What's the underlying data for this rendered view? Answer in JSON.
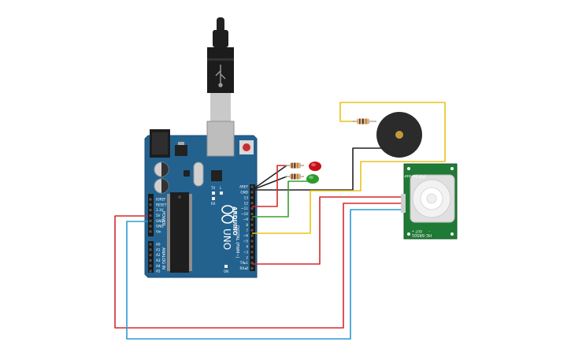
{
  "board": {
    "brand": "ARDUINO",
    "model": "UNO",
    "power_header": "POWER",
    "analog_header": "ANALOG IN",
    "digital_header": "DIGITAL (PWM~)",
    "power_pins": [
      "IOREF",
      "RESET",
      "3.3V",
      "5V",
      "GND",
      "GND",
      "Vin"
    ],
    "analog_pins": [
      "A0",
      "A1",
      "A2",
      "A3",
      "A4",
      "A5"
    ],
    "digital_pins": [
      "AREF",
      "GND",
      "13",
      "12",
      "~11",
      "~10",
      "~9",
      "8",
      "7",
      "~6",
      "~5",
      "4",
      "~3",
      "2",
      "TX▸1",
      "RX◂0"
    ],
    "led_labels": [
      "TX",
      "RX",
      "L",
      "ON"
    ]
  },
  "pir_sensor": {
    "title": "PIR Sensor",
    "model": "HC-SR501",
    "pin_labels": [
      "+",
      "OUT",
      "-"
    ]
  },
  "colors": {
    "board": "#23628f",
    "board_dark": "#1b4f74",
    "wire_red": "#d52a2a",
    "wire_black": "#222222",
    "wire_yellow": "#e8c31c",
    "wire_green": "#3a9d35",
    "wire_blue": "#2a9ad0",
    "led_red": "#c4121b",
    "led_green": "#2f9a2f",
    "pir_pcb": "#1f7a35",
    "buzzer": "#2b2b2b",
    "buzzer_center": "#c29a3a"
  }
}
